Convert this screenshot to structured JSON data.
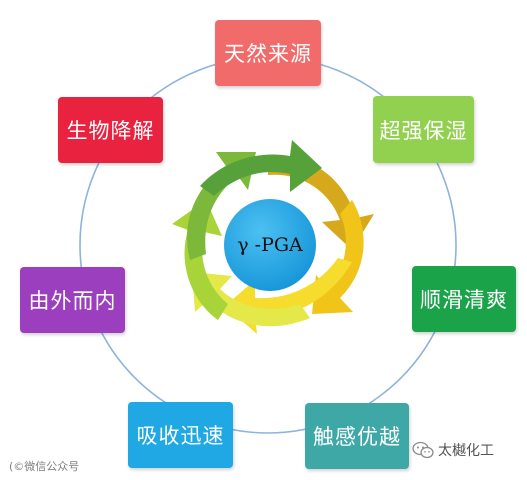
{
  "center": {
    "label": "γ -PGA",
    "color": "#22a6ea"
  },
  "properties": [
    {
      "label": "天然来源",
      "color": "#f26b6b"
    },
    {
      "label": "超强保湿",
      "color": "#92d050"
    },
    {
      "label": "顺滑清爽",
      "color": "#1aa349"
    },
    {
      "label": "触感优越",
      "color": "#3ea8a6"
    },
    {
      "label": "吸收迅速",
      "color": "#1fa8e4"
    },
    {
      "label": "由外而内",
      "color": "#9b3fbf"
    },
    {
      "label": "生物降解",
      "color": "#e8223f"
    }
  ],
  "arrow_colors": [
    "#d6a91c",
    "#f0c419",
    "#f6dc2c",
    "#e4e848",
    "#a8d43a",
    "#7cb83a",
    "#56a13a"
  ],
  "circle_color": "#8fb3dd",
  "watermark_left": "(©微信公众号",
  "watermark_right": "太樾化工"
}
